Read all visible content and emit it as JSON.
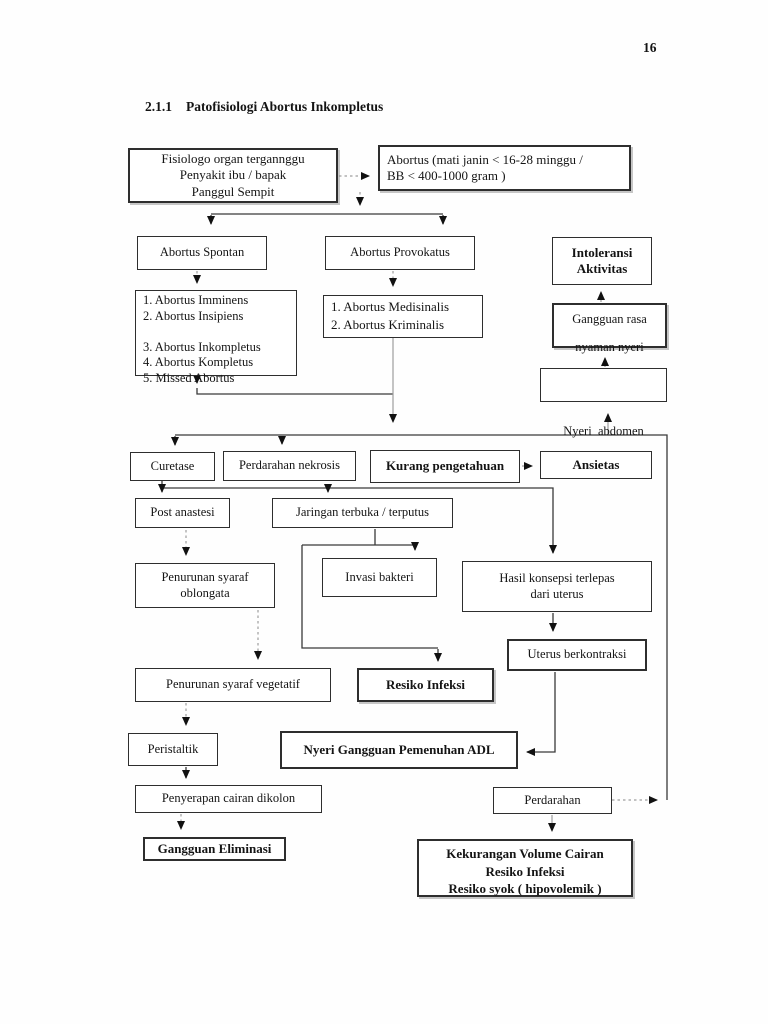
{
  "page": {
    "number": "16",
    "section_number": "2.1.1",
    "section_title": "Patofisiologi Abortus Inkompletus"
  },
  "boxes": {
    "fisiologo": {
      "lines": [
        "Fisiologo organ tergannggu",
        "Penyakit ibu / bapak",
        "Panggul Sempit"
      ]
    },
    "abortus_def": {
      "lines": [
        "Abortus (mati janin < 16-28 minggu /",
        "BB < 400-1000 gram )"
      ]
    },
    "spontan": {
      "label": "Abortus Spontan"
    },
    "provokatus": {
      "label": "Abortus Provokatus"
    },
    "intoleransi": {
      "lines": [
        "Intoleransi",
        "Aktivitas"
      ]
    },
    "spontan_list": {
      "items": [
        "1. Abortus Imminens",
        "2. Abortus Insipiens",
        "",
        "3. Abortus Inkompletus",
        "4. Abortus Kompletus",
        "5. Missed Abortus"
      ]
    },
    "provokatus_list": {
      "items": [
        "1. Abortus Medisinalis",
        "2. Abortus Kriminalis"
      ]
    },
    "gangguan_rasa": {
      "lines": [
        "Gangguan rasa",
        "nyaman nyeri"
      ]
    },
    "nyeri_abdomen": {
      "label": "Nyeri  abdomen"
    },
    "curetase": {
      "label": "Curetase"
    },
    "perdarahan_nekrosis": {
      "label": "Perdarahan nekrosis"
    },
    "kurang_pengetahuan": {
      "label": "Kurang pengetahuan"
    },
    "ansietas": {
      "label": "Ansietas"
    },
    "post_anastesi": {
      "label": "Post anastesi"
    },
    "jaringan_terbuka": {
      "label": "Jaringan terbuka / terputus"
    },
    "penurunan_oblongata": {
      "lines": [
        "Penurunan syaraf",
        "oblongata"
      ]
    },
    "invasi_bakteri": {
      "label": "Invasi bakteri"
    },
    "hasil_konsepsi": {
      "lines": [
        "Hasil konsepsi terlepas",
        "dari uterus"
      ]
    },
    "uterus_berkontraksi": {
      "label": "Uterus berkontraksi"
    },
    "penurunan_vegetatif": {
      "label": "Penurunan syaraf vegetatif"
    },
    "resiko_infeksi": {
      "label": "Resiko Infeksi"
    },
    "peristaltik": {
      "label": "Peristaltik"
    },
    "nyeri_adl": {
      "label": "Nyeri Gangguan Pemenuhan ADL"
    },
    "penyerapan": {
      "label": "Penyerapan cairan dikolon"
    },
    "perdarahan": {
      "label": "Perdarahan"
    },
    "gangguan_eliminasi": {
      "label": "Gangguan Eliminasi"
    },
    "kekurangan_volume": {
      "lines": [
        "Kekurangan Volume Cairan",
        "Resiko Infeksi",
        "Resiko syok ( hipovolemik )"
      ]
    }
  },
  "edges": [
    [
      "fisiologo",
      "abortus_def"
    ],
    [
      "abortus_def",
      "spontan"
    ],
    [
      "abortus_def",
      "provokatus"
    ],
    [
      "spontan",
      "spontan_list"
    ],
    [
      "provokatus",
      "provokatus_list"
    ],
    [
      "spontan_list",
      "curetase"
    ],
    [
      "provokatus_list",
      "curetase"
    ],
    [
      "provokatus_list",
      "perdarahan_nekrosis"
    ],
    [
      "kurang_pengetahuan",
      "ansietas"
    ],
    [
      "curetase",
      "post_anastesi"
    ],
    [
      "curetase",
      "jaringan_terbuka"
    ],
    [
      "curetase",
      "hasil_konsepsi"
    ],
    [
      "post_anastesi",
      "penurunan_oblongata"
    ],
    [
      "penurunan_oblongata",
      "penurunan_vegetatif"
    ],
    [
      "penurunan_vegetatif",
      "peristaltik"
    ],
    [
      "peristaltik",
      "penyerapan"
    ],
    [
      "penyerapan",
      "gangguan_eliminasi"
    ],
    [
      "jaringan_terbuka",
      "invasi_bakteri"
    ],
    [
      "jaringan_terbuka",
      "resiko_infeksi"
    ],
    [
      "hasil_konsepsi",
      "uterus_berkontraksi"
    ],
    [
      "uterus_berkontraksi",
      "nyeri_adl"
    ],
    [
      "perdarahan",
      "kekurangan_volume"
    ],
    [
      "perdarahan",
      "nyeri_abdomen"
    ],
    [
      "nyeri_abdomen",
      "gangguan_rasa"
    ],
    [
      "gangguan_rasa",
      "intoleransi"
    ]
  ]
}
